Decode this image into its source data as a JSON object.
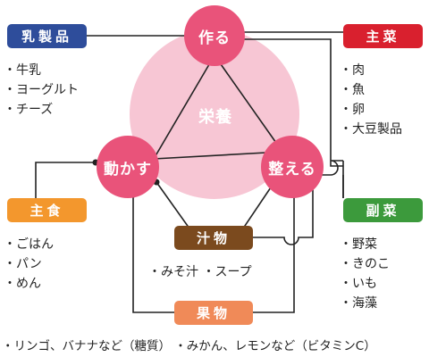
{
  "center": {
    "label": "栄養"
  },
  "nodes": {
    "make": "作る",
    "move": "動かす",
    "regulate": "整える"
  },
  "groups": {
    "dairy": {
      "label": "乳製品",
      "color": "#2e4d9b",
      "items": [
        "牛乳",
        "ヨーグルト",
        "チーズ"
      ]
    },
    "main": {
      "label": "主菜",
      "color": "#d9202e",
      "items": [
        "肉",
        "魚",
        "卵",
        "大豆製品"
      ]
    },
    "staple": {
      "label": "主食",
      "color": "#f3972d",
      "items": [
        "ごはん",
        "パン",
        "めん"
      ]
    },
    "side": {
      "label": "副菜",
      "color": "#3c9a3c",
      "items": [
        "野菜",
        "きのこ",
        "いも",
        "海藻"
      ]
    },
    "soup": {
      "label": "汁物",
      "color": "#7b4a1e",
      "note": "・みそ汁 ・スープ"
    },
    "fruit": {
      "label": "果物",
      "color": "#f08a58",
      "note": "・リンゴ、バナナなど（糖質） ・みかん、レモンなど（ビタミンC）"
    }
  },
  "colors": {
    "node": "#e9537a",
    "halo": "#f7c6d4",
    "line": "#222222"
  }
}
